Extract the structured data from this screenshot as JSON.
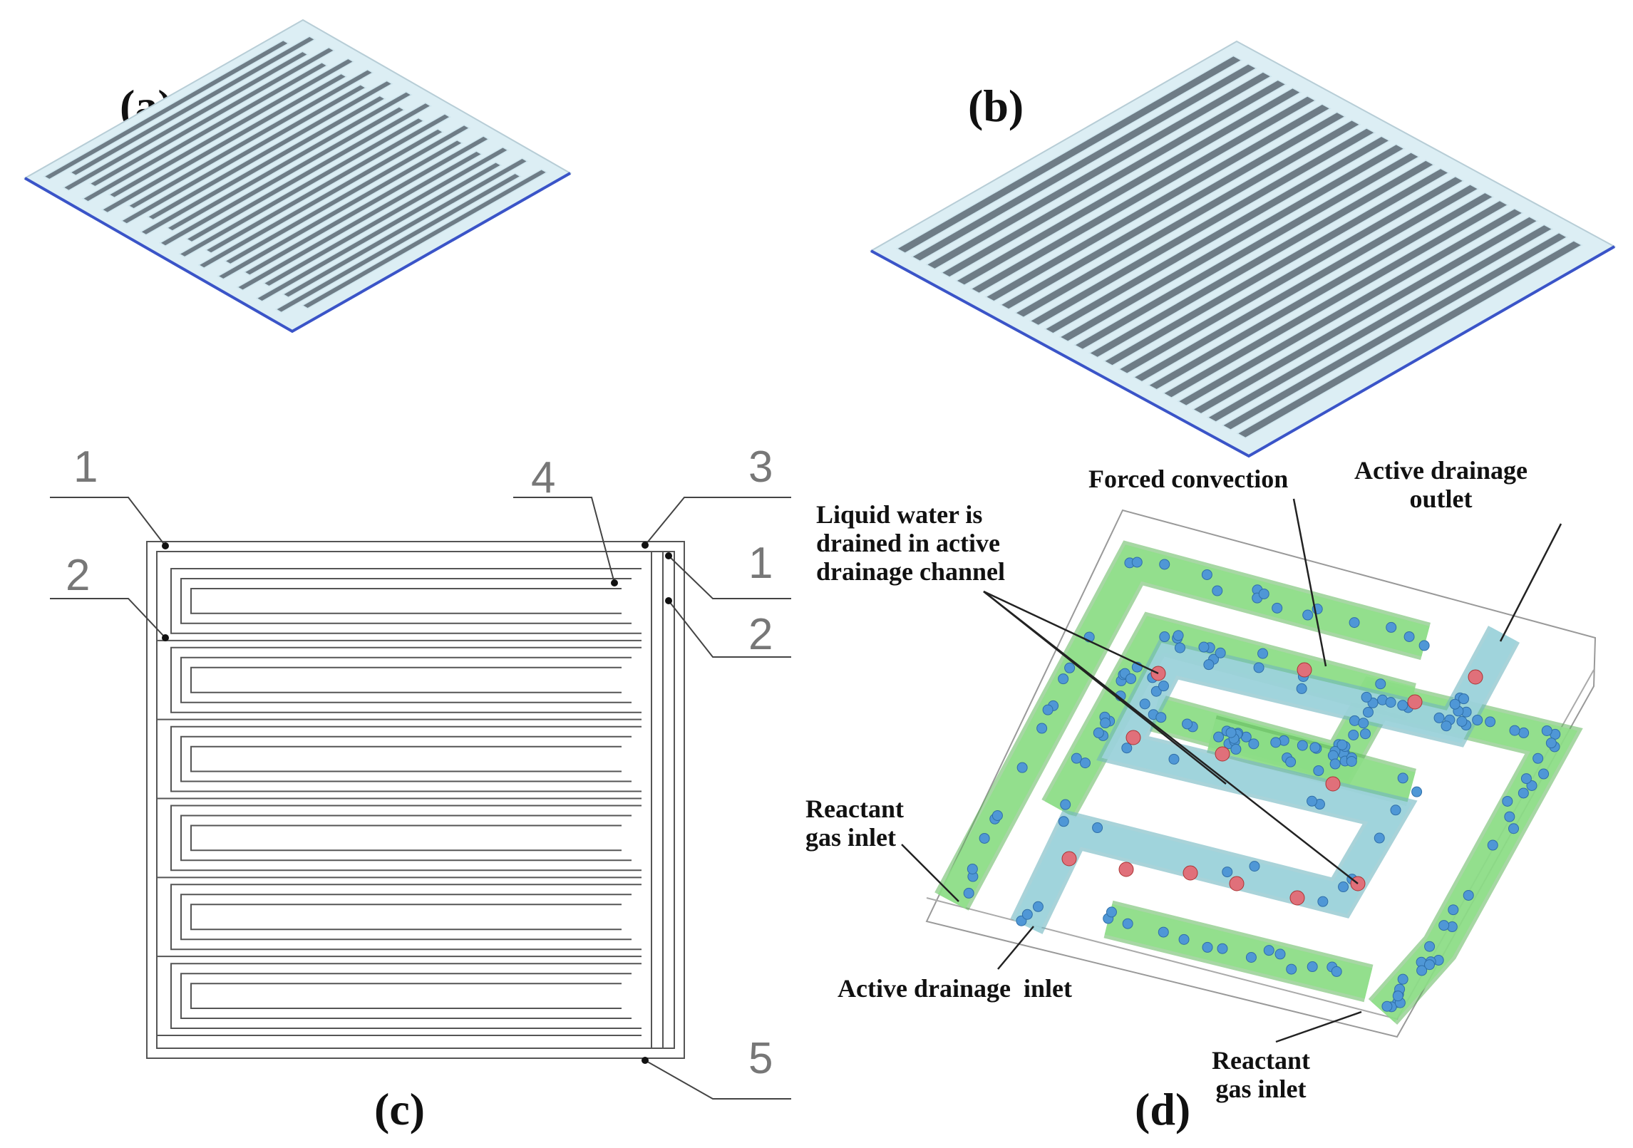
{
  "panels": {
    "a": {
      "label": "(a)",
      "description_channels": 13
    },
    "b": {
      "label": "(b)",
      "description_channels": 24
    },
    "c": {
      "label": "(c)",
      "markers": [
        "1",
        "2",
        "3",
        "4",
        "1",
        "2",
        "5"
      ]
    },
    "d": {
      "label": "(d)"
    }
  },
  "annotations": {
    "liquid_water": [
      "Liquid water is",
      "drained in active",
      "drainage channel"
    ],
    "forced_convection": "Forced convection",
    "active_drainage_outlet": [
      "Active drainage",
      "outlet"
    ],
    "reactant_gas_inlet_left": [
      "Reactant",
      "gas inlet"
    ],
    "active_drainage_inlet": "Active drainage  inlet",
    "reactant_gas_inlet_bottom": [
      "Reactant",
      "gas inlet"
    ]
  },
  "colors": {
    "channel_dark": "#6e7c86",
    "channel_light": "#cfe6ee",
    "base_edge": "#3a54c8",
    "green_channel": "#8fe08a",
    "blue_channel": "#9fd4dc",
    "droplet_blue": "#4f97d6",
    "droplet_red": "#e0707a",
    "outline_gray": "#888888"
  }
}
